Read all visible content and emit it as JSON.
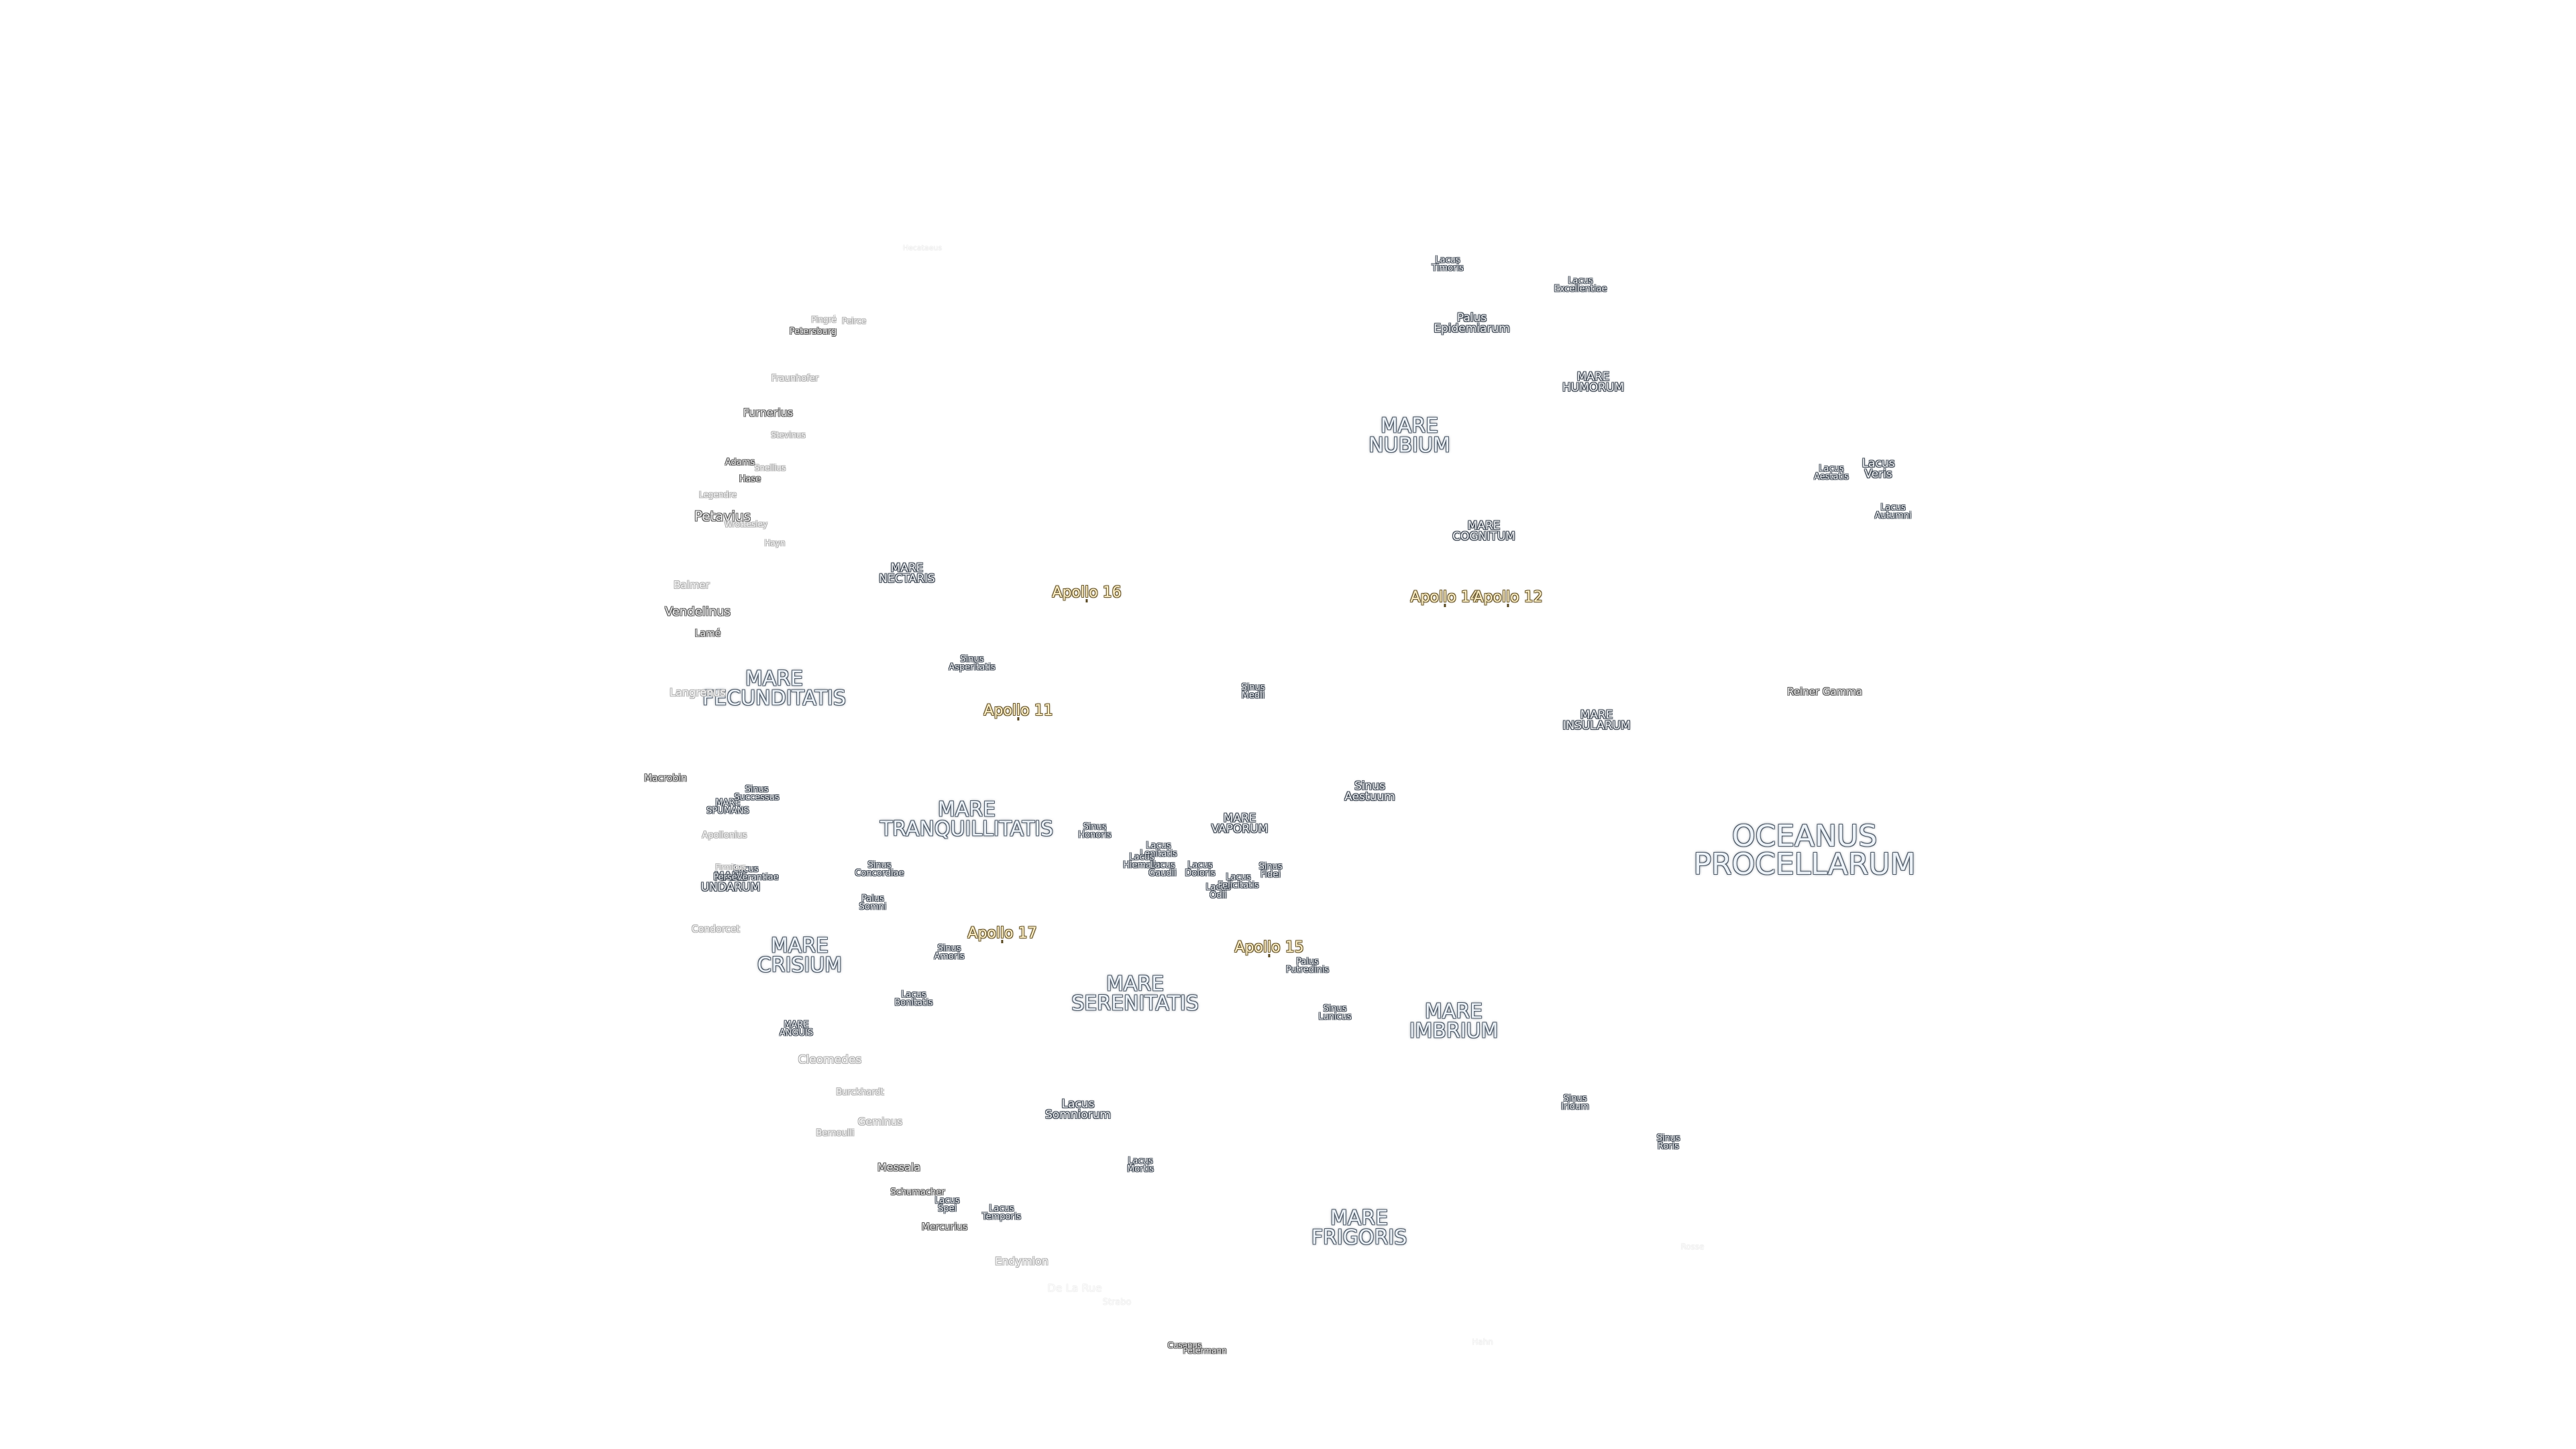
{
  "map": {
    "apollo_sites": [
      "Apollo 16",
      "Apollo 14",
      "Apollo 12",
      "Apollo 11",
      "Apollo 17",
      "Apollo 15"
    ],
    "maria": [
      "OCEANUS\nPROCELLARUM",
      "MARE\nTRANQUILLITATIS",
      "MARE\nSERENITATIS",
      "MARE\nIMBRIUM",
      "MARE\nFRIGORIS",
      "MARE\nCRISIUM",
      "MARE\nFECUNDITATIS",
      "MARE\nNECTARIS",
      "MARE\nNUBIUM",
      "MARE\nHUMORUM",
      "MARE\nCOGNITUM",
      "MARE\nINSULARUM",
      "MARE\nVAPORUM",
      "MARE\nSPUMANS",
      "MARE\nUNDARUM",
      "MARE\nANGUIS"
    ],
    "lacus": [
      "Lacus\nTimoris",
      "Lacus\nExcellentiae",
      "Lacus\nVeris",
      "Lacus\nAestatis",
      "Lacus\nAutumni",
      "Lacus\nSomniorum",
      "Lacus\nMortis",
      "Lacus\nTemporis",
      "Lacus\nSpei",
      "Lacus\nBonitatis",
      "Lacus\nLenitatis",
      "Lacus\nHiemalis",
      "Lacus\nGaudii",
      "Lacus\nDoloris",
      "Lacus\nOdii",
      "Lacus\nFelicitatis",
      "Lacus\nPerseverantiae"
    ],
    "sinus": [
      "Sinus\nAestuum",
      "Sinus\nMedii",
      "Sinus\nAsperitatis",
      "Sinus\nConcordiae",
      "Sinus\nAmoris",
      "Sinus\nHonoris",
      "Sinus\nSuccessus",
      "Sinus\nIridum",
      "Sinus\nRoris",
      "Sinus\nFidei",
      "Sinus\nLunicus"
    ],
    "paludes": [
      "Palus\nEpidemiarum",
      "Palus\nPutredinis",
      "Palus\nSomni"
    ],
    "craters": [
      "Petavius",
      "Vendelinus",
      "Langrenus",
      "Balmer",
      "Lamé",
      "Furnerius",
      "Fraunhofer",
      "Petersburg",
      "Hase",
      "Adams",
      "Legendre",
      "Stevinus",
      "Snellius",
      "Wrottesley",
      "Macrobin",
      "Apollonius",
      "Condorcet",
      "Firmicus",
      "Cleomedes",
      "Burckhardt",
      "Geminus",
      "Bernoulli",
      "Messala",
      "Schumacher",
      "Mercurius",
      "Endymion",
      "De La Rue",
      "Strabo",
      "Cusanus",
      "Petermann",
      "Reiner Gamma",
      "Hecataeus",
      "Rosse",
      "Hahn",
      "Pingré",
      "Peirce",
      "Hayn"
    ]
  }
}
